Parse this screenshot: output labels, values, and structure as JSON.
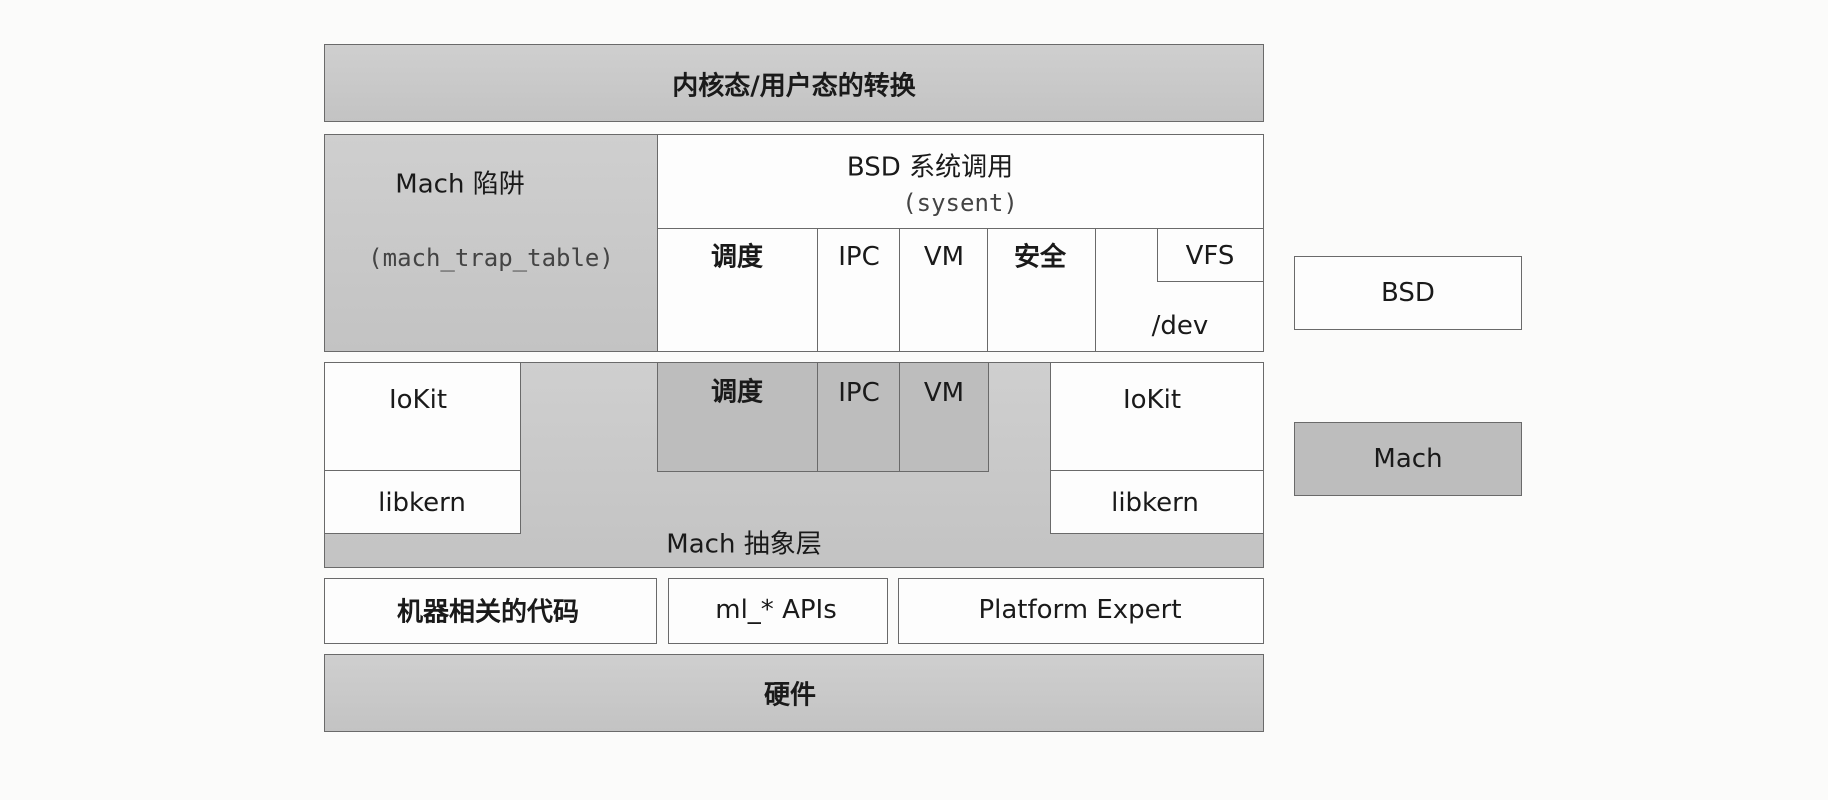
{
  "diagram": {
    "transition": "内核态/用户态的转换",
    "mach_trap": {
      "title": "Mach 陷阱",
      "code": "(mach_trap_table)"
    },
    "bsd_syscall": {
      "title": "BSD 系统调用",
      "code": "(sysent)"
    },
    "bsd_sub": {
      "sched": "调度",
      "ipc": "IPC",
      "vm": "VM",
      "security": "安全",
      "vfs": "VFS",
      "dev": "/dev"
    },
    "mach_sub": {
      "sched": "调度",
      "ipc": "IPC",
      "vm": "VM"
    },
    "left_iokit": "IoKit",
    "left_libkern": "libkern",
    "right_iokit": "IoKit",
    "right_libkern": "libkern",
    "mach_abstraction": "Mach 抽象层",
    "machine_code": "机器相关的代码",
    "ml_apis": "ml_* APIs",
    "platform_expert": "Platform Expert",
    "hardware": "硬件"
  },
  "legend": {
    "bsd": "BSD",
    "mach": "Mach",
    "bsd_color": "#fdfdfd",
    "mach_color": "#c4c4c4"
  }
}
